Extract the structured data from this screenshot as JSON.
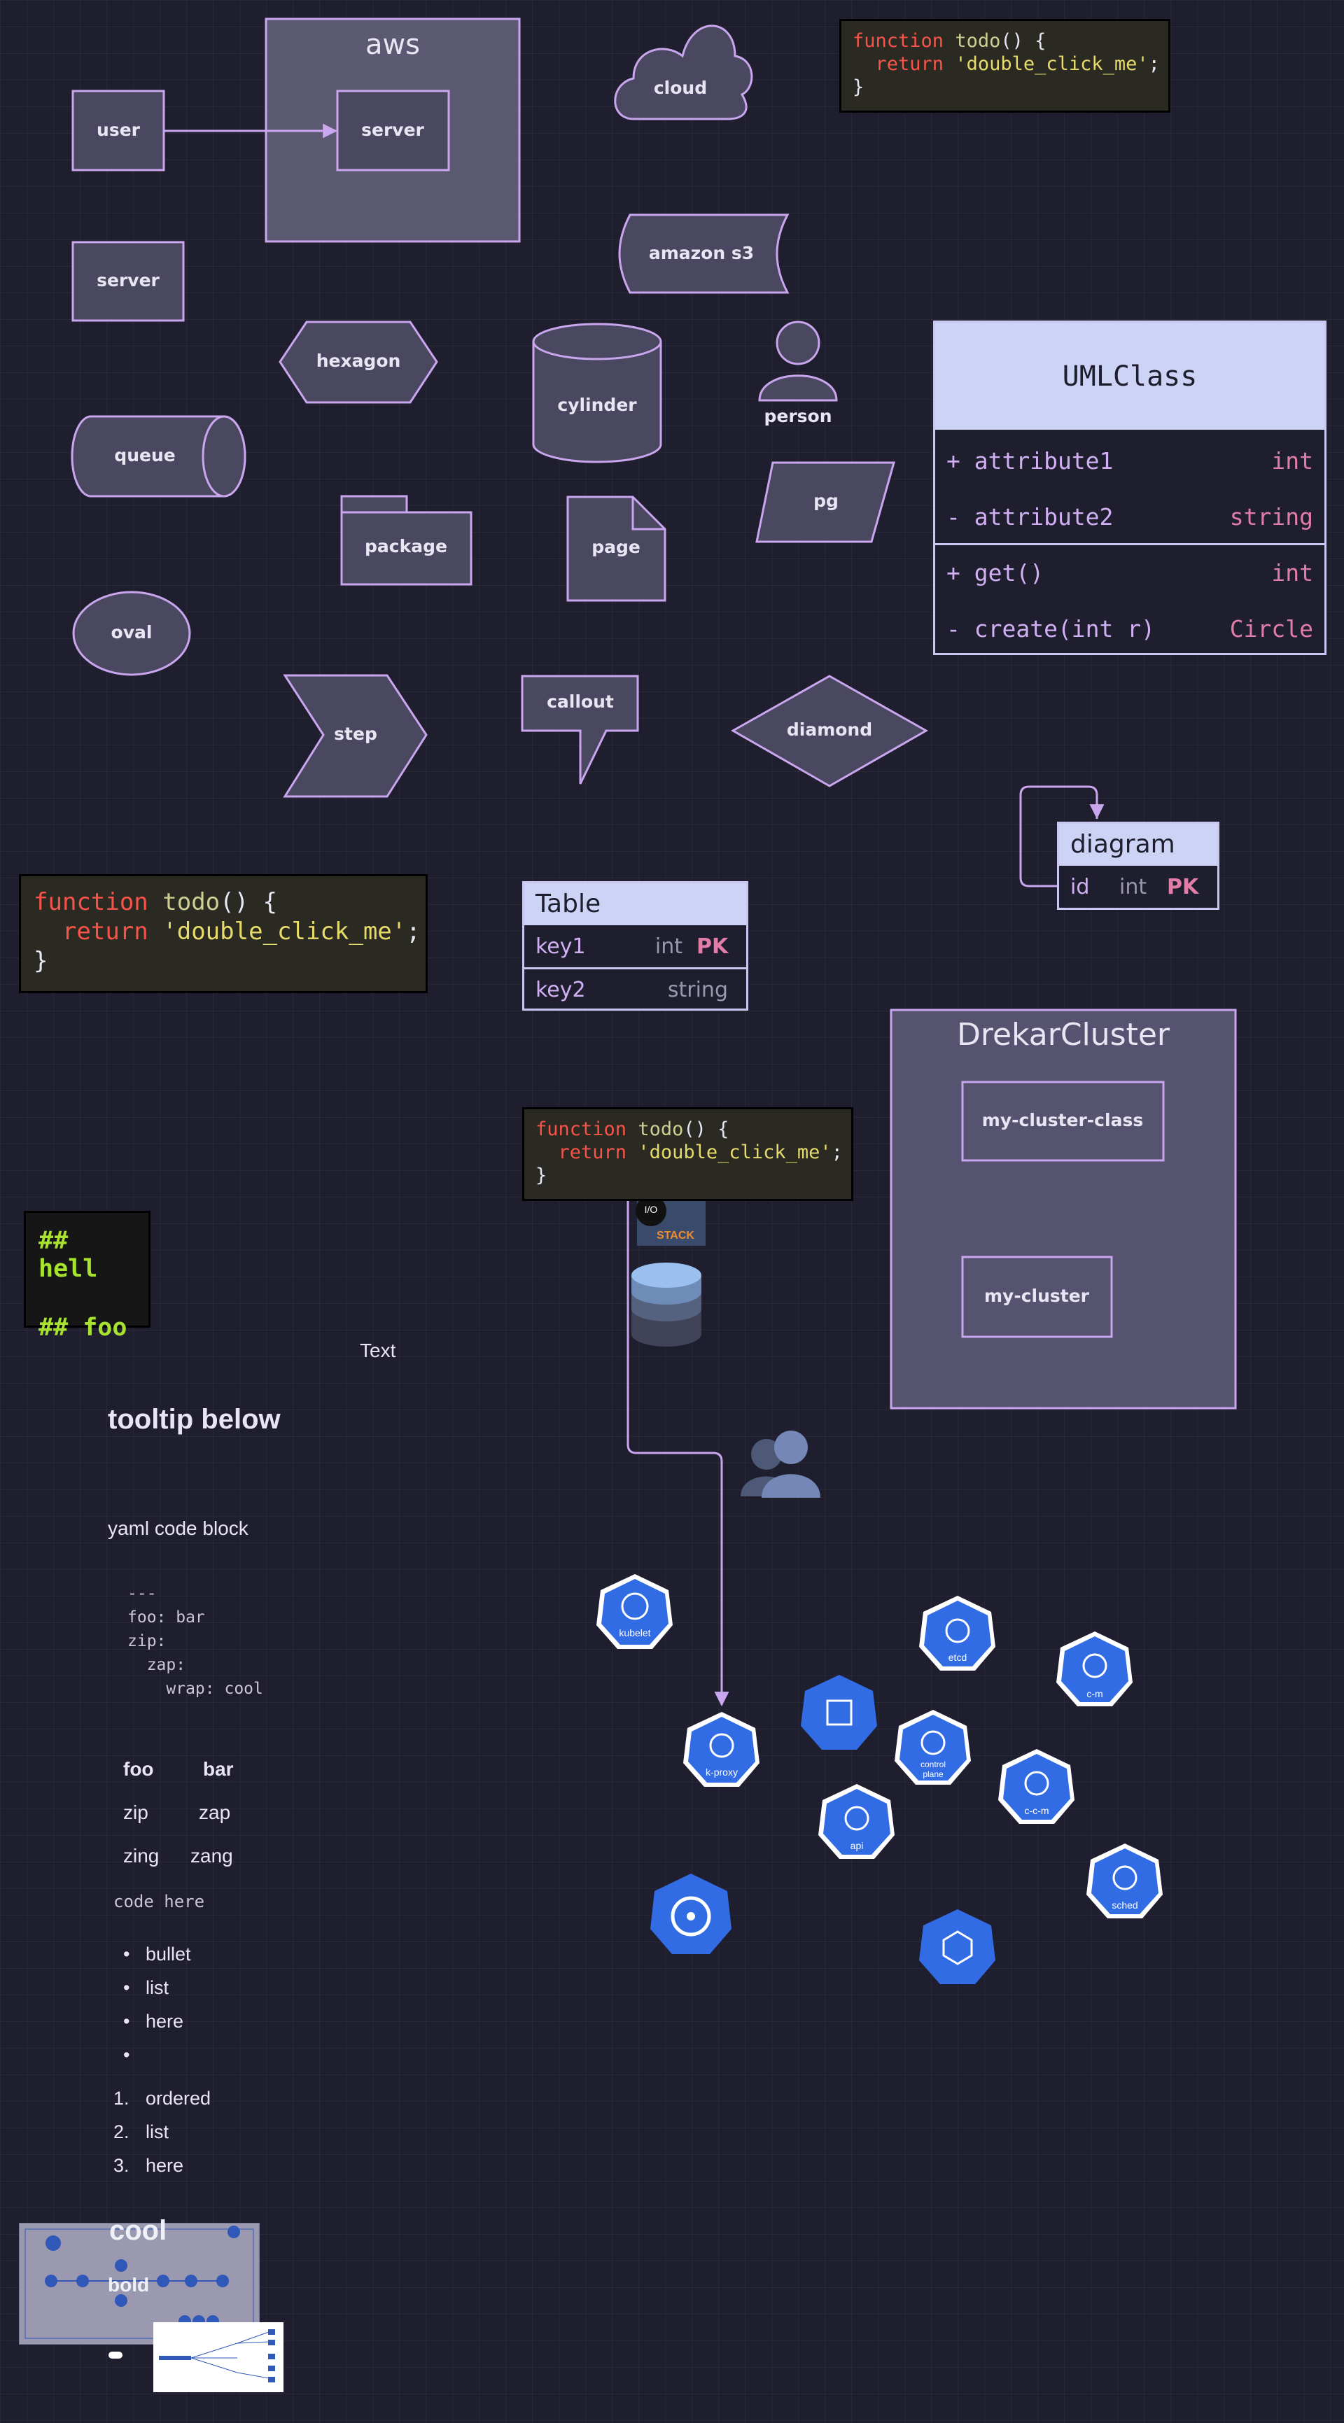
{
  "shapes": {
    "aws": "aws",
    "server": "server",
    "user": "user",
    "cloud": "cloud",
    "amazon_s3": "amazon s3",
    "server2": "server",
    "hexagon": "hexagon",
    "cylinder": "cylinder",
    "person": "person",
    "queue": "queue",
    "package": "package",
    "page": "page",
    "pg": "pg",
    "oval": "oval",
    "step": "step",
    "callout": "callout",
    "diamond": "diamond"
  },
  "code": {
    "keyword": "function",
    "fn_name": "todo",
    "open": "() {",
    "ret": "return",
    "str": "'double_click_me'",
    "semi": ";",
    "close": "}"
  },
  "uml": {
    "title": "UMLClass",
    "rows": [
      {
        "name": "+ attribute1",
        "type": "int"
      },
      {
        "name": "- attribute2",
        "type": "string"
      },
      {
        "name": "+ get()",
        "type": "int"
      },
      {
        "name": "- create(int r)",
        "type": "Circle"
      }
    ]
  },
  "diagram_table": {
    "title": "diagram",
    "col": "id",
    "type": "int",
    "key": "PK"
  },
  "table": {
    "title": "Table",
    "rows": [
      {
        "name": "key1",
        "type": "int",
        "key": "PK"
      },
      {
        "name": "key2",
        "type": "string",
        "key": ""
      }
    ]
  },
  "cluster": {
    "title": "DrekarCluster",
    "item1": "my-cluster-class",
    "item2": "my-cluster"
  },
  "markdown_dark": {
    "line1": "## hell",
    "line2": "## foo"
  },
  "loose_text": "Text",
  "markdown": {
    "heading": "tooltip below",
    "para": "yaml code block",
    "yaml": "---\nfoo: bar\nzip:\n  zap:\n    wrap: cool",
    "table": {
      "headers": [
        "foo",
        "bar"
      ],
      "rows": [
        [
          "zip",
          "zap"
        ],
        [
          "zing",
          "zang"
        ]
      ]
    },
    "inline_code": "code here",
    "bullets": [
      "bullet",
      "list",
      "here",
      ""
    ],
    "ordered": [
      "ordered",
      "list",
      "here"
    ],
    "big1": "cool",
    "big2": "bold"
  },
  "k8s": {
    "kubelet": "kubelet",
    "etcd": "etcd",
    "cm": "c-m",
    "kproxy": "k-proxy",
    "control_plane_1": "control",
    "control_plane_2": "plane",
    "ccm": "c-c-m",
    "api": "api",
    "sched": "sched"
  },
  "badge": {
    "io": "I/O",
    "stack": "STACK"
  }
}
